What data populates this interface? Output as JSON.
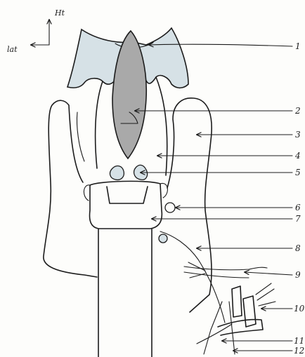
{
  "orientation": {
    "up_label": "Ht",
    "left_label": "lat"
  },
  "labels": [
    "1",
    "2",
    "3",
    "4",
    "5",
    "6",
    "7",
    "8",
    "9",
    "10",
    "11",
    "12"
  ],
  "colors": {
    "ink": "#1c1c1c",
    "light_fill": "#d6e1e6",
    "dark_fill": "#a9a9a9",
    "paper": "#fdfdfb"
  }
}
